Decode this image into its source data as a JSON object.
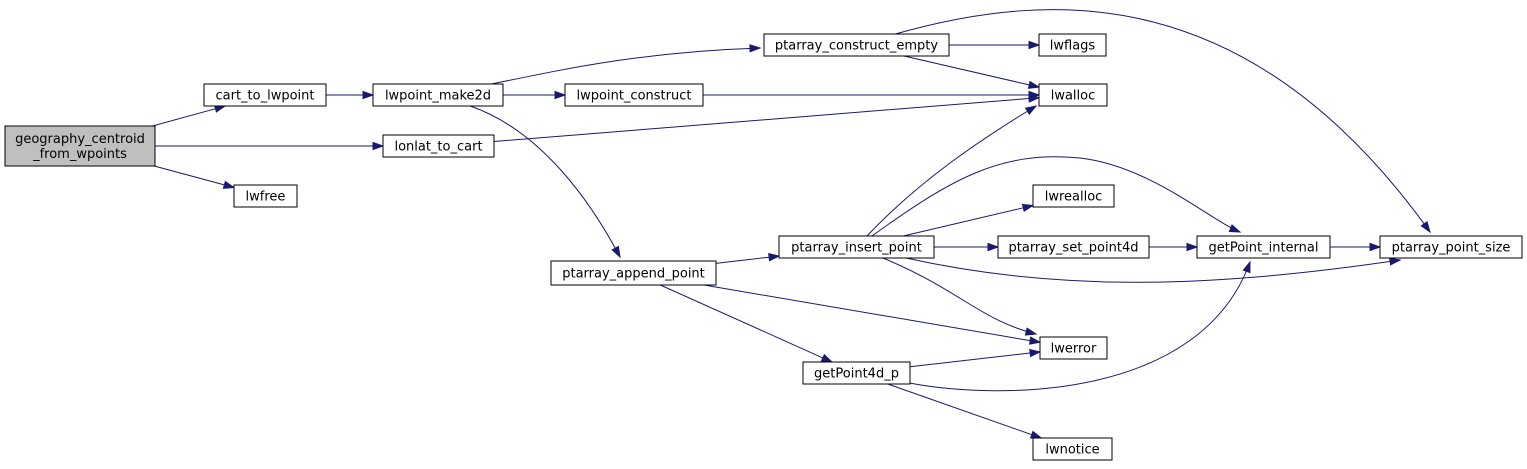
{
  "graph": {
    "colors": {
      "edge": "#191970",
      "node_fill": "#ffffff",
      "root_fill": "#bfbfbf",
      "border": "#000000"
    },
    "nodes": [
      {
        "id": "geography_centroid_from_wpoints",
        "lines": [
          "geography_centroid",
          "_from_wpoints"
        ],
        "root": true
      },
      {
        "id": "cart_to_lwpoint",
        "lines": [
          "cart_to_lwpoint"
        ]
      },
      {
        "id": "lonlat_to_cart",
        "lines": [
          "lonlat_to_cart"
        ]
      },
      {
        "id": "lwfree",
        "lines": [
          "lwfree"
        ]
      },
      {
        "id": "lwpoint_make2d",
        "lines": [
          "lwpoint_make2d"
        ]
      },
      {
        "id": "lwpoint_construct",
        "lines": [
          "lwpoint_construct"
        ]
      },
      {
        "id": "ptarray_construct_empty",
        "lines": [
          "ptarray_construct_empty"
        ]
      },
      {
        "id": "lwflags",
        "lines": [
          "lwflags"
        ]
      },
      {
        "id": "lwalloc",
        "lines": [
          "lwalloc"
        ]
      },
      {
        "id": "ptarray_append_point",
        "lines": [
          "ptarray_append_point"
        ]
      },
      {
        "id": "ptarray_insert_point",
        "lines": [
          "ptarray_insert_point"
        ]
      },
      {
        "id": "lwrealloc",
        "lines": [
          "lwrealloc"
        ]
      },
      {
        "id": "ptarray_set_point4d",
        "lines": [
          "ptarray_set_point4d"
        ]
      },
      {
        "id": "getPoint_internal",
        "lines": [
          "getPoint_internal"
        ]
      },
      {
        "id": "ptarray_point_size",
        "lines": [
          "ptarray_point_size"
        ]
      },
      {
        "id": "lwerror",
        "lines": [
          "lwerror"
        ]
      },
      {
        "id": "getPoint4d_p",
        "lines": [
          "getPoint4d_p"
        ]
      },
      {
        "id": "lwnotice",
        "lines": [
          "lwnotice"
        ]
      }
    ],
    "edges": [
      [
        "geography_centroid_from_wpoints",
        "cart_to_lwpoint"
      ],
      [
        "geography_centroid_from_wpoints",
        "lonlat_to_cart"
      ],
      [
        "geography_centroid_from_wpoints",
        "lwfree"
      ],
      [
        "cart_to_lwpoint",
        "lwpoint_make2d"
      ],
      [
        "lwpoint_make2d",
        "ptarray_construct_empty"
      ],
      [
        "lwpoint_make2d",
        "lwpoint_construct"
      ],
      [
        "lwpoint_make2d",
        "ptarray_append_point"
      ],
      [
        "lonlat_to_cart",
        "lwalloc"
      ],
      [
        "lwpoint_construct",
        "lwalloc"
      ],
      [
        "ptarray_construct_empty",
        "lwflags"
      ],
      [
        "ptarray_construct_empty",
        "lwalloc"
      ],
      [
        "ptarray_construct_empty",
        "ptarray_point_size"
      ],
      [
        "ptarray_append_point",
        "ptarray_insert_point"
      ],
      [
        "ptarray_append_point",
        "lwerror"
      ],
      [
        "ptarray_append_point",
        "getPoint4d_p"
      ],
      [
        "ptarray_insert_point",
        "lwalloc"
      ],
      [
        "ptarray_insert_point",
        "lwrealloc"
      ],
      [
        "ptarray_insert_point",
        "getPoint_internal"
      ],
      [
        "ptarray_insert_point",
        "ptarray_set_point4d"
      ],
      [
        "ptarray_insert_point",
        "ptarray_point_size"
      ],
      [
        "ptarray_insert_point",
        "lwerror"
      ],
      [
        "ptarray_set_point4d",
        "getPoint_internal"
      ],
      [
        "getPoint_internal",
        "ptarray_point_size"
      ],
      [
        "getPoint4d_p",
        "lwerror"
      ],
      [
        "getPoint4d_p",
        "getPoint_internal"
      ],
      [
        "getPoint4d_p",
        "lwnotice"
      ]
    ]
  }
}
